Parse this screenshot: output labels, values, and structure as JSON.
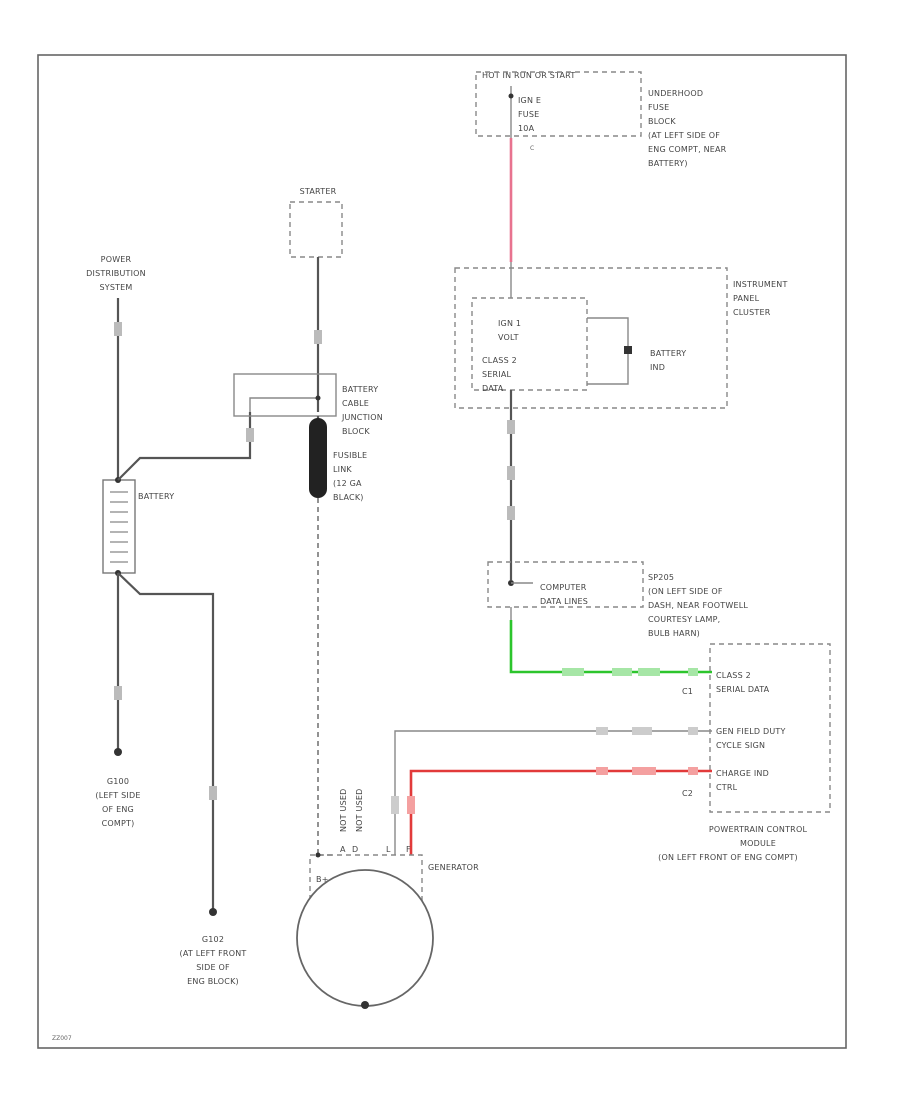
{
  "power_distribution": [
    "POWER",
    "DISTRIBUTION",
    "SYSTEM"
  ],
  "starter": "STARTER",
  "hot_label": "HOT IN RUN OR START",
  "underhood_fuse": [
    "UNDERHOOD",
    "FUSE",
    "BLOCK",
    "(AT LEFT SIDE OF",
    "ENG COMPT, NEAR",
    "BATTERY)"
  ],
  "fuse_inner": [
    "IGN E",
    "FUSE",
    "10A"
  ],
  "instrument_cluster": [
    "INSTRUMENT",
    "PANEL",
    "CLUSTER"
  ],
  "cluster_inner": [
    "IGN 1",
    "VOLT",
    "CLASS 2",
    "SERIAL",
    "DATA"
  ],
  "battery_ind": [
    "BATTERY",
    "IND"
  ],
  "battery_cable": [
    "BATTERY",
    "CABLE",
    "JUNCTION",
    "BLOCK"
  ],
  "fusible_link": [
    "FUSIBLE",
    "LINK",
    "(12 GA",
    "BLACK)"
  ],
  "battery": "BATTERY",
  "g100": [
    "G100",
    "(LEFT SIDE",
    "OF ENG",
    "COMPT)"
  ],
  "g102": [
    "G102",
    "(AT LEFT FRONT",
    "SIDE OF",
    "ENG BLOCK)"
  ],
  "computer_data": [
    "COMPUTER",
    "DATA LINES"
  ],
  "sp205": [
    "SP205",
    "(ON LEFT SIDE OF",
    "DASH, NEAR FOOTWELL",
    "COURTESY LAMP,",
    "BULB HARN)"
  ],
  "pcm_class2": [
    "CLASS 2",
    "SERIAL DATA"
  ],
  "pcm_gen_field": [
    "GEN FIELD DUTY",
    "CYCLE SIGN"
  ],
  "pcm_charge": [
    "CHARGE IND",
    "CTRL"
  ],
  "pcm_name": [
    "POWERTRAIN CONTROL",
    "MODULE",
    "(ON LEFT FRONT OF ENG COMPT)"
  ],
  "generator": "GENERATOR",
  "not_used": [
    "NOT USED",
    "NOT USED"
  ],
  "gen_pins": [
    "A",
    "D",
    "L",
    "F"
  ],
  "conn_c1": "C1",
  "conn_c2": "C2",
  "footer_id": "ZZ007"
}
